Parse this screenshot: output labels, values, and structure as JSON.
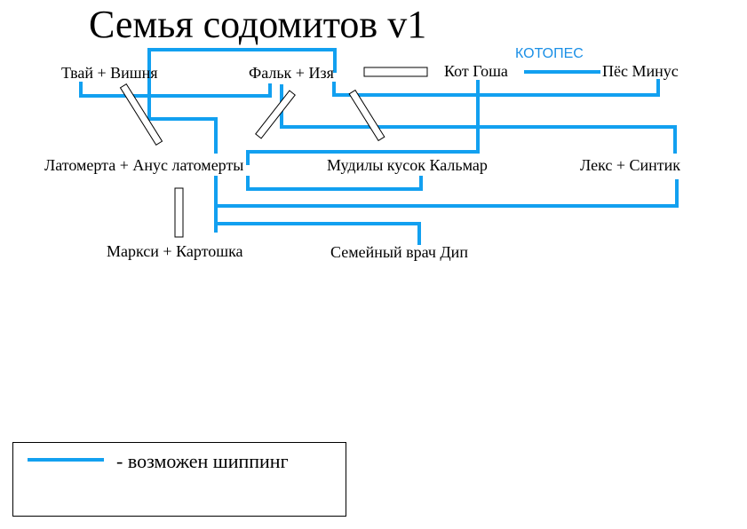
{
  "title": "Семья содомитов v1",
  "colors": {
    "ship_line": "#12a0f0",
    "tag_text": "#1a8fe6",
    "outline": "#000000"
  },
  "nodes": {
    "tvai": "Твай + Вишня",
    "falk": "Фальк + Изя",
    "kot": "Кот Гоша",
    "pes": "Пёс Минус",
    "latomerta": "Латомерта + Анус латомерты",
    "mudily": "Мудилы кусок Кальмар",
    "leks": "Лекс + Синтик",
    "marksi": "Маркси + Картошка",
    "vrach": "Семейный врач Дип"
  },
  "tags": {
    "kotopes": "КОТОПЕС"
  },
  "legend": {
    "text": "- возможен шиппинг"
  }
}
